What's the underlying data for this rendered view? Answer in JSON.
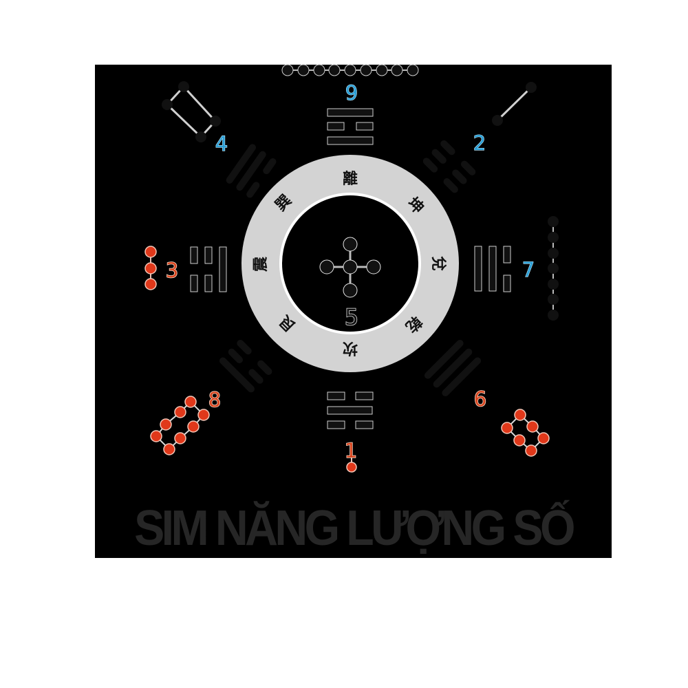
{
  "brand": {
    "title": "SIM NĂNG LƯỢNG SỐ",
    "colors": {
      "panel": "#000000",
      "ring": "#d3d3d3",
      "blue_number": "#2a9fd6",
      "red_number": "#d9451f",
      "red_dot": "#e0381a",
      "title_text": "#262626"
    }
  },
  "diagram": {
    "center": {
      "number": "5",
      "symbol": "cross-dots-icon"
    },
    "ring_characters": [
      {
        "position": "top",
        "char": "離"
      },
      {
        "position": "top-right",
        "char": "坤"
      },
      {
        "position": "right",
        "char": "兌"
      },
      {
        "position": "bottom-right",
        "char": "乾"
      },
      {
        "position": "bottom",
        "char": "坎"
      },
      {
        "position": "bottom-left",
        "char": "艮"
      },
      {
        "position": "left",
        "char": "震"
      },
      {
        "position": "top-left",
        "char": "巽"
      }
    ],
    "numbers": {
      "n9": "9",
      "n2": "2",
      "n7": "7",
      "n6": "6",
      "n1": "1",
      "n8": "8",
      "n3": "3",
      "n4": "4"
    },
    "trigrams": {
      "top": "☲",
      "top_right": "☷",
      "right": "☱",
      "bottom_right": "☰",
      "bottom": "☵",
      "bottom_left": "☶",
      "left": "☳",
      "top_left": "☴"
    }
  }
}
